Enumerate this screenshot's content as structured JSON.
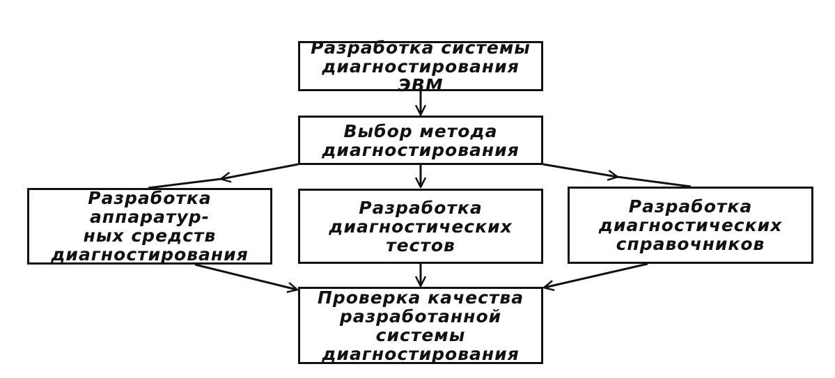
{
  "diagram": {
    "nodes": {
      "develop_system": "Разработка системы\nдиагностирования ЭВМ",
      "choose_method": "Выбор метода\nдиагностирования",
      "hardware_tools": "Разработка аппаратур-\nных средств\nдиагностирования",
      "diagnostic_tests": "Разработка\nдиагностических\nтестов",
      "diagnostic_handbooks": "Разработка\nдиагностических\nсправочников",
      "quality_check": "Проверка качества\nразработанной системы\nдиагностирования"
    },
    "edges": [
      {
        "from": "develop_system",
        "to": "choose_method"
      },
      {
        "from": "choose_method",
        "to": "hardware_tools"
      },
      {
        "from": "choose_method",
        "to": "diagnostic_tests"
      },
      {
        "from": "choose_method",
        "to": "diagnostic_handbooks"
      },
      {
        "from": "hardware_tools",
        "to": "quality_check"
      },
      {
        "from": "diagnostic_tests",
        "to": "quality_check"
      },
      {
        "from": "diagnostic_handbooks",
        "to": "quality_check"
      }
    ],
    "colors": {
      "line": "#111111",
      "background": "#ffffff"
    }
  }
}
